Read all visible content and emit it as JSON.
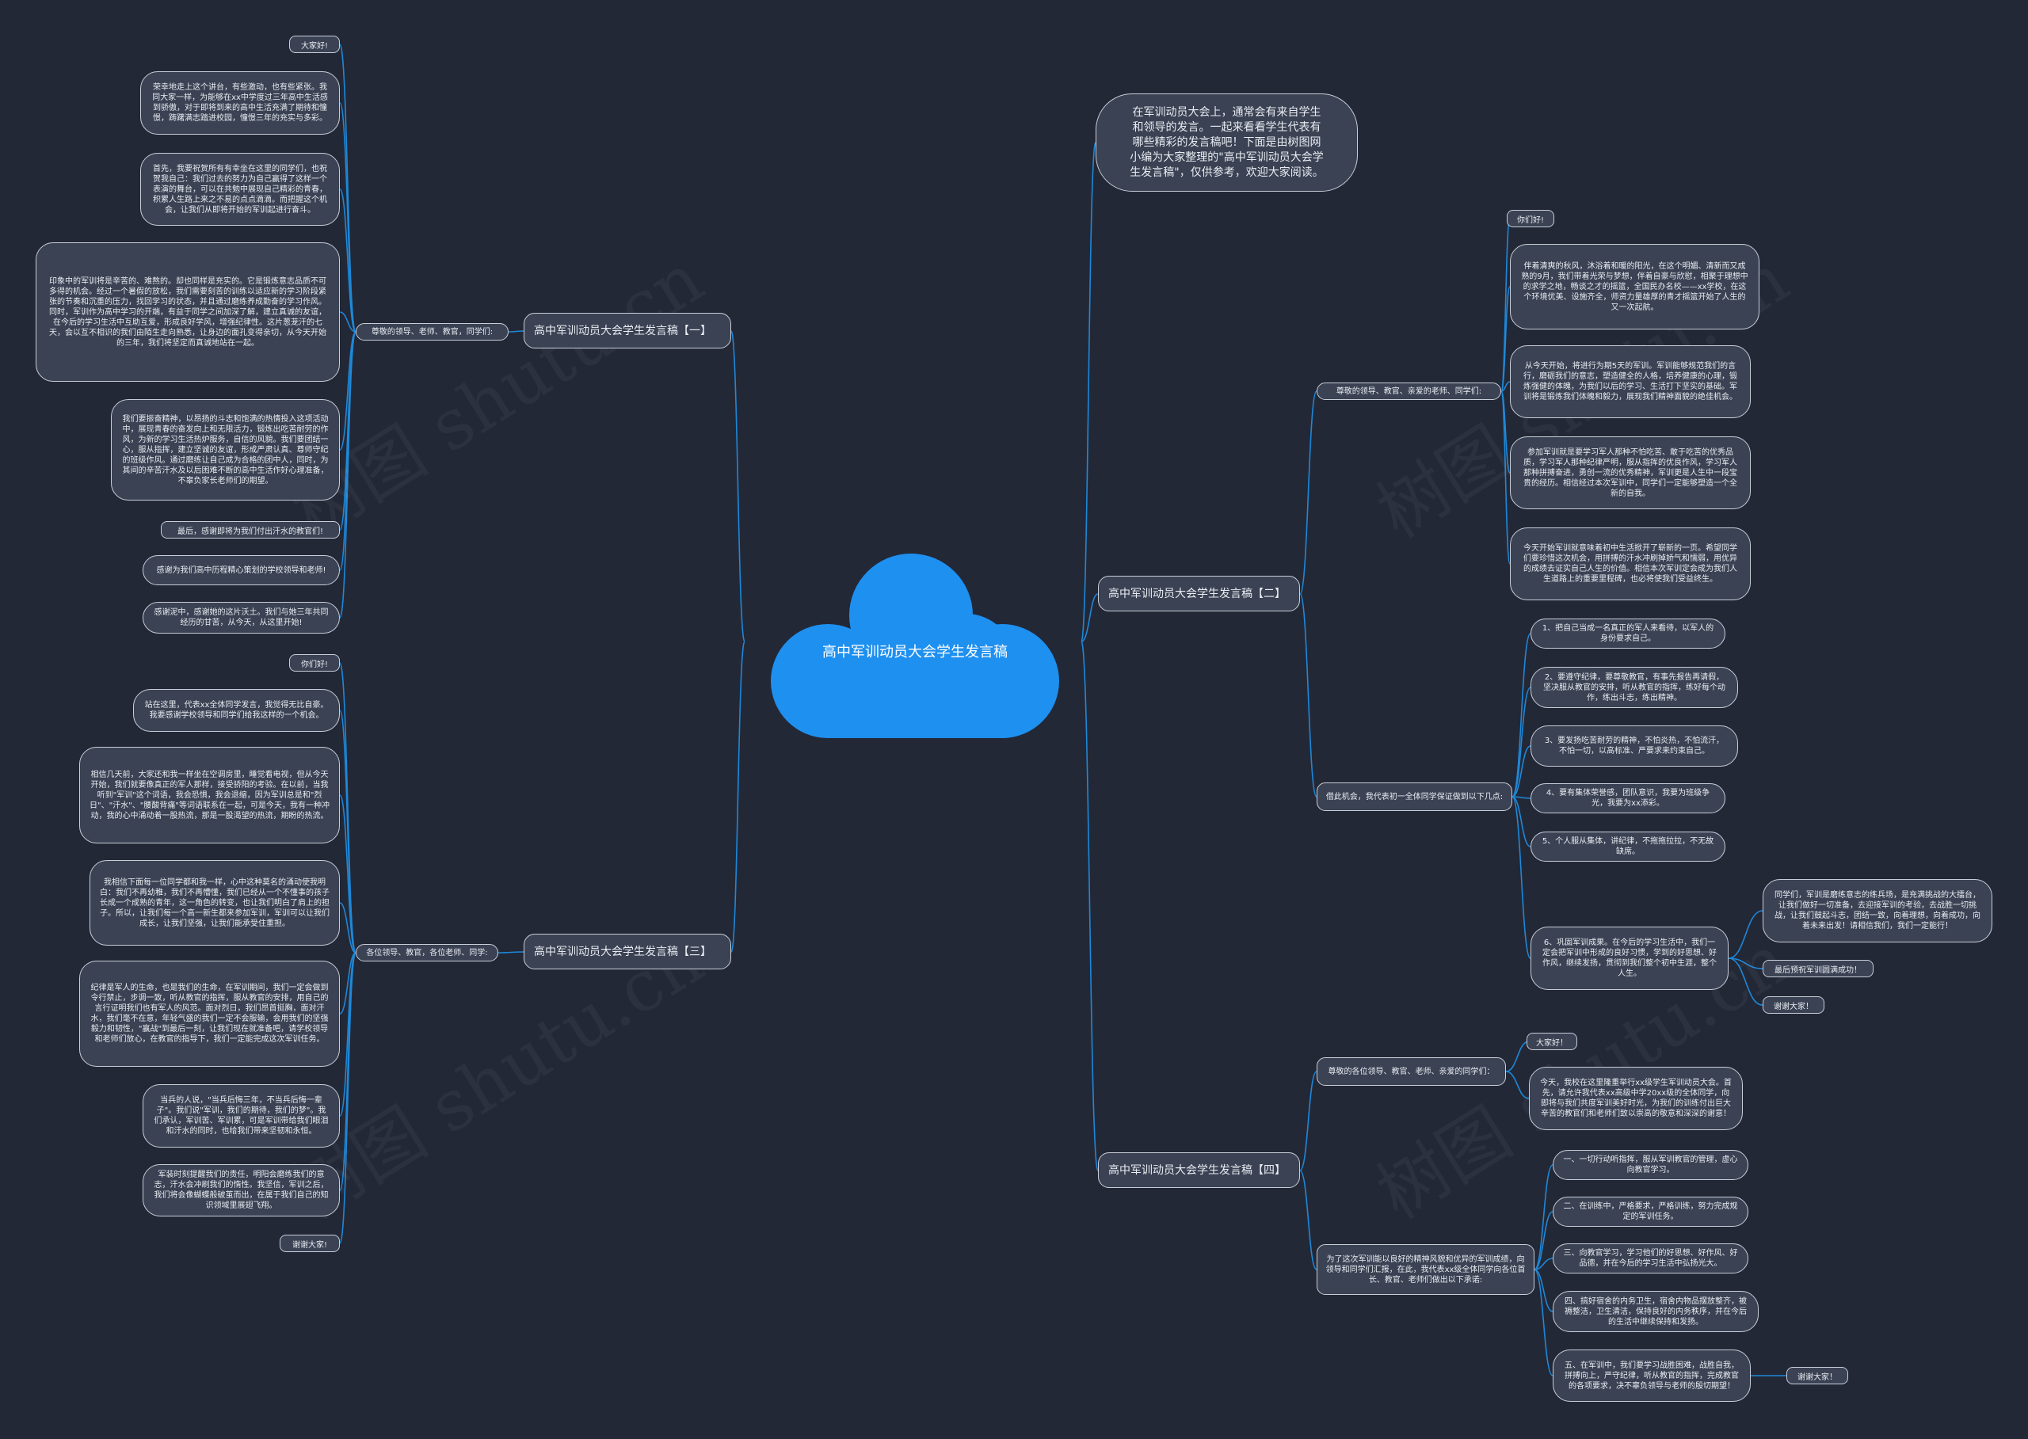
{
  "watermark": "树图 shutu.cn",
  "center": {
    "title": "高中军训动员大会学生发言稿"
  },
  "intro": "在军训动员大会上，通常会有来自学生和领导的发言。一起来看看学生代表有哪些精彩的发言稿吧！下面是由树图网小编为大家整理的\"高中军训动员大会学生发言稿\"，仅供参考，欢迎大家阅读。",
  "branches": [
    {
      "title": "高中军训动员大会学生发言稿【一】",
      "sub": "尊敬的领导、老师、教官，同学们:"
    },
    {
      "title": "高中军训动员大会学生发言稿【二】",
      "sub1": "尊敬的领导、教官、亲爱的老师、同学们:",
      "sub2": "借此机会，我代表初一全体同学保证做到以下几点:"
    },
    {
      "title": "高中军训动员大会学生发言稿【三】",
      "sub": "各位领导、教官，各位老师、同学:"
    },
    {
      "title": "高中军训动员大会学生发言稿【四】",
      "sub1": "尊敬的各位领导、教官、老师、亲爱的同学们：",
      "sub2": "为了这次军训能以良好的精神风貌和优异的军训成绩，向领导和同学们汇报，在此，我代表xx级全体同学向各位首长、教官、老师们做出以下承诺:"
    }
  ],
  "leaves1": [
    "大家好!",
    "荣幸地走上这个讲台，有些激动，也有些紧张。我同大家一样，为能够在xx中学度过三年高中生活感到骄傲，对于即将到来的高中生活充满了期待和憧憬，踌躇满志踏进校园，憧憬三年的充实与多彩。",
    "首先，我要祝贺所有有幸坐在这里的同学们，也祝贺我自己：我们过去的努力为自己赢得了这样一个表演的舞台，可以在共勉中展现自己精彩的青春，积累人生路上来之不易的点点滴滴。而把握这个机会，让我们从即将开始的军训起进行奋斗。",
    "印象中的军训将是辛苦的、难熬的。却也同样是充实的。它是锻炼意志品质不可多得的机会。经过一个暑假的放松，我们需要刻苦的训练以适应新的学习阶段紧张的节奏和沉重的压力，找回学习的状态，并且通过磨练养成勤奋的学习作风。同时，军训作为高中学习的开端，有益于同学之间加深了解，建立真诚的友谊，在今后的学习生活中互助互爱，形成良好学风，增强纪律性。这片葱茏汗的七天，会以互不相识的我们由陌生走向熟悉，让身边的面孔变得亲切，从今天开始的三年，我们将坚定而真诚地站在一起。",
    "我们要振奋精神，以昂扬的斗志和饱满的热情投入这项活动中，展现青春的奋发向上和无限活力，锻炼出吃苦耐劳的作风，为新的学习生活热炉服务，自信的风貌。我们要团结一心，服从指挥，建立坚诚的友谊，形成严肃认真、尊师守纪的班级作风。通过磨练让自己成为合格的团中人，同时，为其间的辛苦汗水及以后困难不断的高中生活作好心理准备，不辜负家长老师们的期望。",
    "最后，感谢即将为我们付出汗水的教官们!",
    "感谢为我们高中历程精心策划的学校领导和老师!",
    "感谢泥中，感谢她的这片沃土。我们与她三年共同经历的甘苦，从今天，从这里开始!"
  ],
  "leaves2a": [
    "你们好!",
    "伴着清爽的秋风，沐浴着和暖的阳光，在这个明媚、清新而又成熟的9月，我们带着光荣与梦想，伴着自豪与欣慰，相聚于理想中的求学之地，畅谈之才的摇篮，全国民办名校——xx学校，在这个环境优美、设施齐全，师资力量雄厚的青才摇篮开始了人生的又一次起航。",
    "从今天开始，将进行为期5天的军训。军训能够规范我们的言行，磨砺我们的意志，塑造健全的人格，培养健康的心理，锻炼强健的体魄，为我们以后的学习、生活打下坚实的基础。军训将是锻炼我们体魄和毅力，展现我们精神面貌的绝佳机会。",
    "参加军训就是要学习军人那种不怕吃苦、敢于吃苦的优秀品质，学习军人那种纪律严明，服从指挥的优良作风，学习军人那种拼搏奋进，勇创一流的优秀精神，军训更是人生中一段宝贵的经历。相信经过本次军训中，同学们一定能够塑造一个全新的自我。",
    "今天开始军训就意味着初中生活掀开了崭新的一页。希望同学们要珍惜这次机会，用拼搏的汗水冲刷掉娇气和懦弱，用优异的成绩去证实自己人生的价值。相信本次军训定会成为我们人生道路上的重要里程碑，也必将使我们受益终生。"
  ],
  "leaves2b": [
    "1、把自己当成一名真正的军人来看待，以军人的身份要求自己。",
    "2、要遵守纪律，要尊敬教官，有事先报告再请假，坚决服从教官的安排，听从教官的指挥，练好每个动作，练出斗志，练出精神。",
    "3、要发扬吃苦耐劳的精神，不怕炎热，不怕流汗，不怕一切，以高标准、严要求来约束自己。",
    "4、要有集体荣誉感，团队意识，我要为班级争光，我要为xx添彩。",
    "5、个人服从集体，讲纪律，不拖拖拉拉，不无故缺席。",
    "6、巩固军训成果。在今后的学习生活中，我们一定会把军训中形成的良好习惯，学到的好思想、好作风，继续发扬，贯彻到我们整个初中生涯，整个人生。"
  ],
  "leaves2c": [
    "同学们，军训是磨练意志的练兵场，是充满挑战的大擂台，让我们做好一切准备，去迎接军训的考验，去战胜一切挑战，让我们鼓起斗志，团结一致，向着理想，向着成功，向着未来出发！请相信我们，我们一定能行！",
    "最后预祝军训圆满成功！",
    "谢谢大家！"
  ],
  "leaves3": [
    "你们好!",
    "站在这里，代表xx全体同学发言，我觉得无比自豪。我要感谢学校领导和同学们给我这样的一个机会。",
    "相信几天前，大家还和我一样坐在空调房里，睡觉看电视，但从今天开始，我们就要像真正的军人那样，接受骄阳的考验。在以前，当我听到\"军训\"这个词语，我会恐惧，我会退缩，因为军训总是和\"烈日\"、\"汗水\"、\"腰酸背痛\"等词语联系在一起，可是今天，我有一种冲动，我的心中涌动着一股热流，那是一股渴望的热流，期盼的热流。",
    "我相信下面每一位同学都和我一样，心中这种莫名的涌动使我明白：我们不再幼稚，我们不再懵懂，我们已经从一个不懂事的孩子长成一个成熟的青年，这一角色的转变，也让我们明白了肩上的担子。所以，让我们每一个高一新生都来参加军训，军训可以让我们成长，让我们坚强，让我们能承受住重担。",
    "纪律是军人的生命，也是我们的生命，在军训期间，我们一定会做到令行禁止，步调一致，听从教官的指挥，服从教官的安排，用自己的言行证明我们也有军人的风范。面对烈日，我们昂首挺胸，面对汗水，我们毫不在意，年轻气盛的我们一定不会服输，会用我们的坚强毅力和韧性，\"赢战\"到最后一刻，让我们现在就准备吧，请学校领导和老师们放心，在教官的指导下，我们一定能完成这次军训任务。",
    "当兵的人说，\"当兵后悔三年，不当兵后悔一辈子\"。我们说\"军训，我们的期待，我们的梦\"。我们承认，军训苦、军训累，可是军训带给我们眼泪和汗水的同时，也给我们带来坚韧和永恒。",
    "军装时刻提醒我们的责任，明阳会磨练我们的意志，汗水会冲刷我们的惰性。我坚信，军训之后，我们将会像蝴蝶般破茧而出，在属于我们自己的知识领域里展翅飞翔。",
    "谢谢大家!"
  ],
  "leaves4a": [
    "大家好！",
    "今天，我校在这里隆重举行xx级学生军训动员大会。首先，请允许我代表xx高级中学20xx级的全体同学，向即将与我们共度军训美好时光，为我们的训练付出巨大辛苦的教官们和老师们致以崇高的敬意和深深的谢意！"
  ],
  "leaves4b": [
    "一、一切行动听指挥，服从军训教官的管理，虚心向教官学习。",
    "二、在训练中，严格要求，严格训练，努力完成规定的军训任务。",
    "三、向教官学习，学习他们的好思想、好作风、好品德，并在今后的学习生活中弘扬光大。",
    "四、搞好宿舍的内务卫生，宿舍内物品摆放整齐，被褥整洁，卫生清洁，保持良好的内务秩序，并在今后的生活中继续保持和发扬。",
    "五、在军训中，我们要学习战胜困难，战胜自我，拼搏向上，严守纪律，听从教官的指挥，完成教官的各项要求，决不辜负领导与老师的殷切期望！"
  ],
  "leaves4c": [
    "谢谢大家！"
  ],
  "colors": {
    "background": "#232837",
    "link": "#1e88d8",
    "cloud": "#1e90f0",
    "node_fill": "#3a4253",
    "node_border": "#c9ced8"
  }
}
